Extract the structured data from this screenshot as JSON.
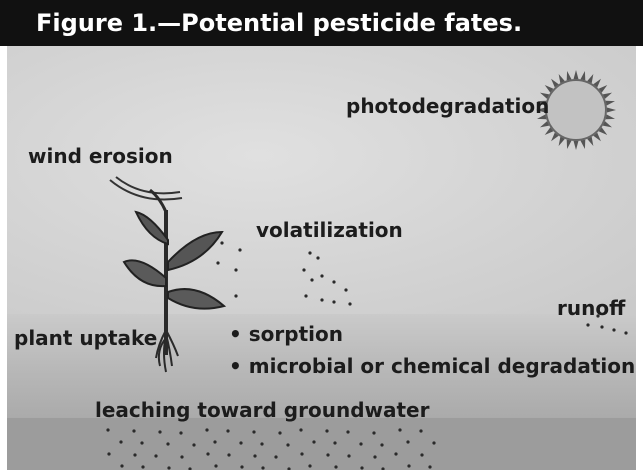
{
  "title": "Figure 1.—Potential pesticide fates.",
  "labels": {
    "photodegradation": "photodegradation",
    "wind_erosion": "wind erosion",
    "volatilization": "volatilization",
    "runoff": "runoff",
    "plant_uptake": "plant uptake",
    "sorption": "• sorption",
    "degradation": "• microbial or chemical degradation",
    "leaching": "leaching toward groundwater"
  },
  "icons": [
    "sun-icon",
    "wind-arc-icon",
    "plant-icon",
    "dots-icon"
  ],
  "colors": {
    "title_bg": "#111111",
    "sky": "#d2d2d2",
    "soil": "#b0b0b0",
    "text": "#1c1c1c"
  }
}
